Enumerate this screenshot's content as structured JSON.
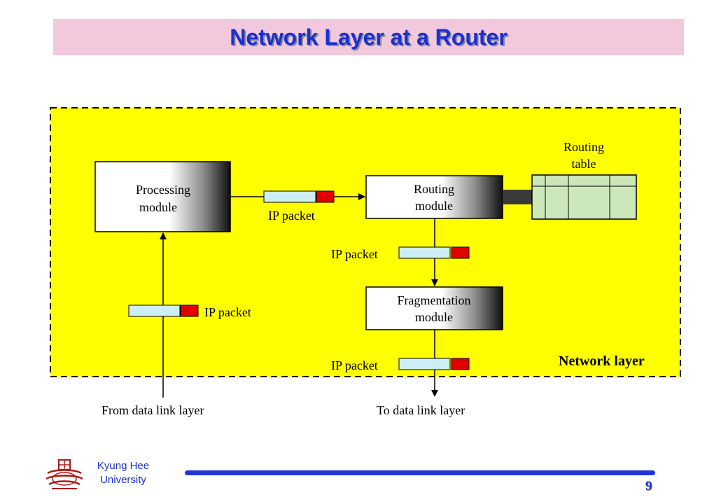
{
  "slide": {
    "title": "Network Layer at a Router",
    "page_number": "9"
  },
  "footer": {
    "university_line1": "Kyung Hee",
    "university_line2": "University",
    "accent_color": "#1f36d6"
  },
  "diagram": {
    "region_label": "Network layer",
    "processing_module": [
      "Processing",
      "module"
    ],
    "routing_module": [
      "Routing",
      "module"
    ],
    "fragmentation_module": [
      "Fragmentation",
      "module"
    ],
    "routing_table": [
      "Routing",
      "table"
    ],
    "packet_label": "IP packet",
    "from_label": "From data link layer",
    "to_label": "To data link layer",
    "colors": {
      "region": "#ffff00",
      "table": "#cce8bb",
      "packet_body": "#cdeef5",
      "packet_header": "#e00000"
    }
  }
}
